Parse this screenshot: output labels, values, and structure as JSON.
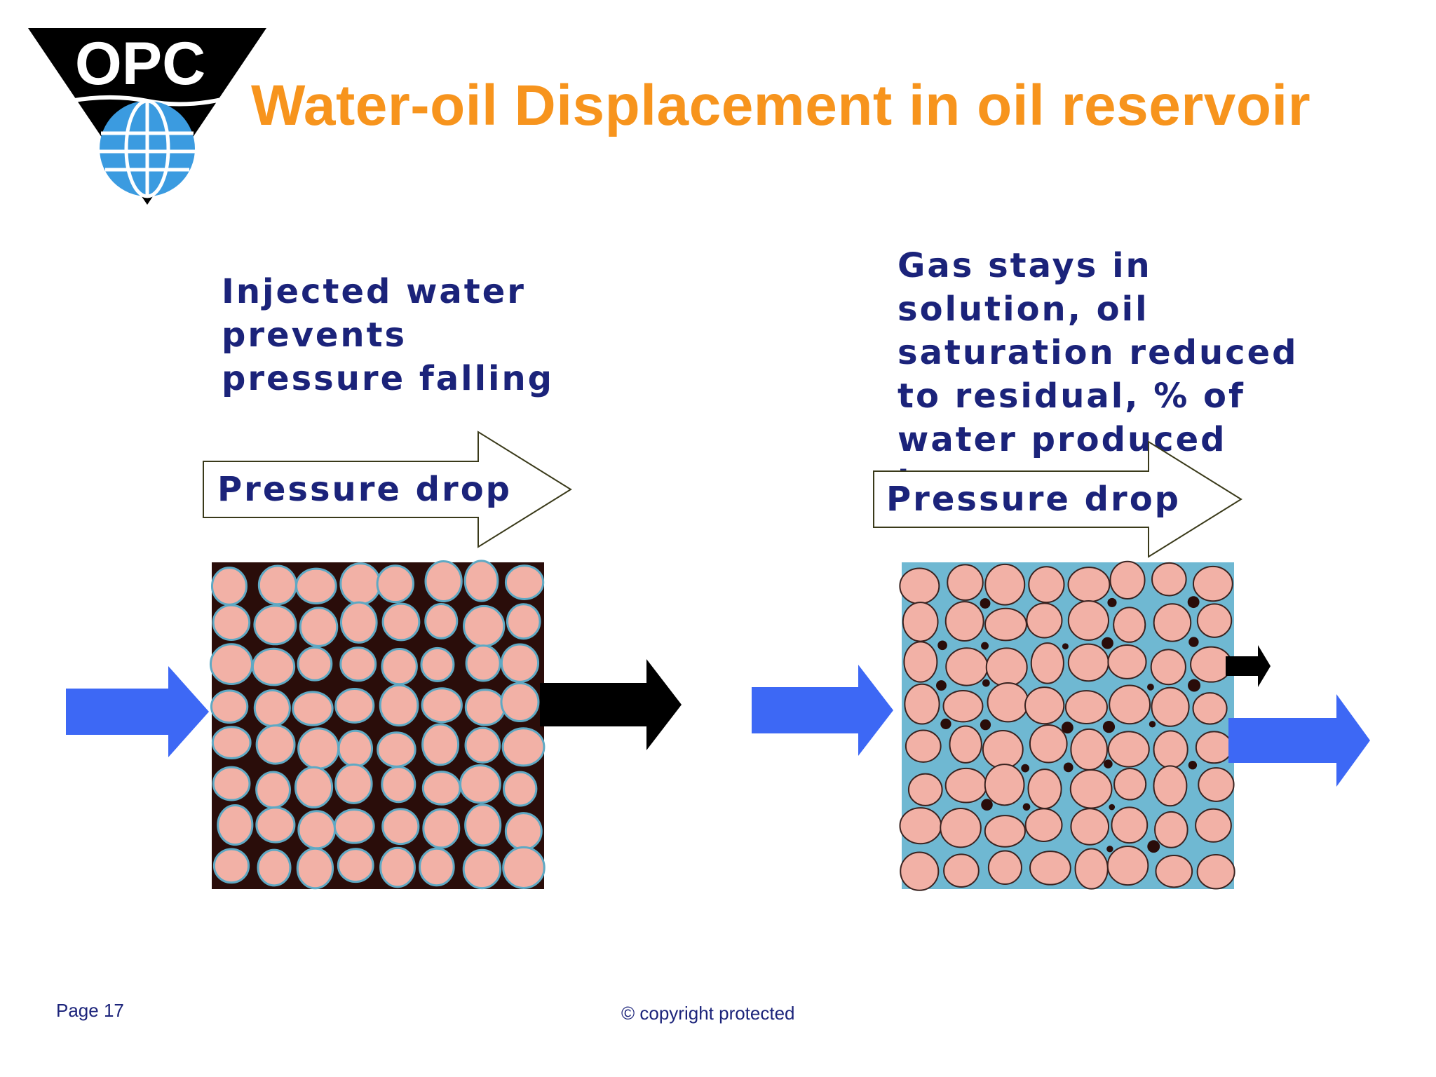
{
  "logo": {
    "text": "OPC"
  },
  "title": "Water-oil Displacement in oil reservoir",
  "colors": {
    "title": "#f7941d",
    "text": "#1b237a",
    "water_arrow": "#3d68f5",
    "oil_arrow": "#000000",
    "grain": "#f2b1a6",
    "oil": "#2a0d0a",
    "water": "#6fb8d2"
  },
  "panels": [
    {
      "caption": "Injected water\nprevents\npressure falling",
      "pressure_label": "Pressure drop",
      "pore_fluid": "oil",
      "inflow": "water-arrow",
      "outflow": [
        "oil-arrow"
      ]
    },
    {
      "caption": "Gas stays in\nsolution, oil\nsaturation reduced\nto residual, % of\nwater produced\nincreases",
      "pressure_label": "Pressure drop",
      "pore_fluid": "water",
      "inflow": "water-arrow",
      "outflow": [
        "oil-arrow",
        "water-arrow"
      ]
    }
  ],
  "footer": {
    "page": "Page 17",
    "copyright": "© copyright protected"
  }
}
